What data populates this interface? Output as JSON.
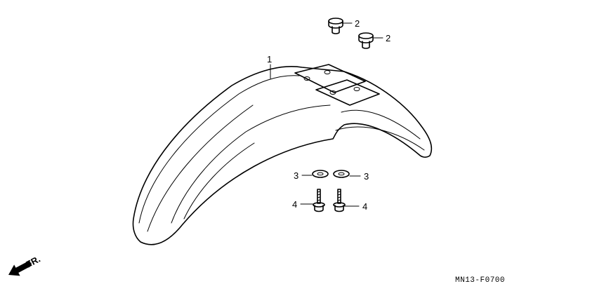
{
  "callouts": [
    {
      "number": "1"
    },
    {
      "number": "2"
    },
    {
      "number": "2"
    },
    {
      "number": "3"
    },
    {
      "number": "3"
    },
    {
      "number": "4"
    },
    {
      "number": "4"
    }
  ],
  "direction_marker": {
    "text": "FR.",
    "icon": "front-direction-arrow-icon"
  },
  "diagram_code": "MN13-F0700"
}
